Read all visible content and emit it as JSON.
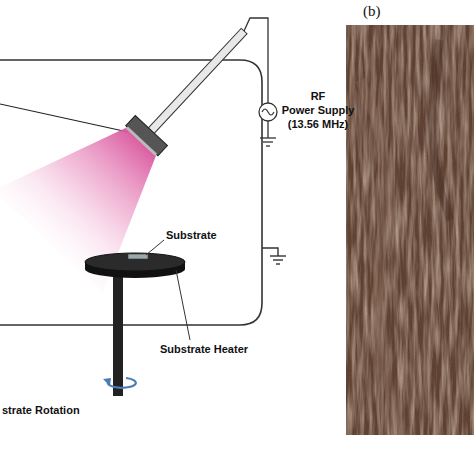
{
  "diagram": {
    "labels": [
      "(b)",
      "RF",
      "Power Supply",
      "(13.56 MHz)",
      "Substrate",
      "Substrate Heater",
      "strate Rotation"
    ]
  }
}
